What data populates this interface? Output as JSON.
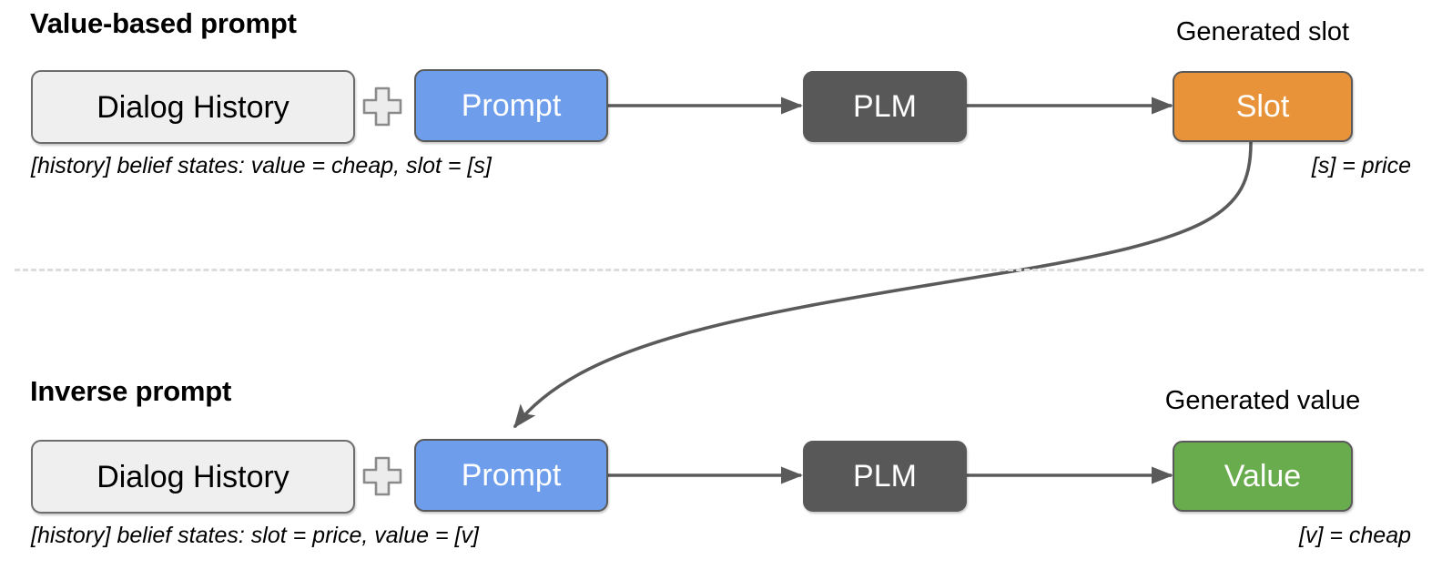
{
  "figure": {
    "type": "diagram",
    "description": "Two-stage prompting pipeline diagram comparing a value-based prompt and an inverse prompt"
  },
  "sections": [
    {
      "id": "value-based",
      "title": "Value-based prompt",
      "input_box": "Dialog History",
      "combiner_icon": "plus-icon",
      "prompt_box": "Prompt",
      "model_box": "PLM",
      "output_box": "Slot",
      "output_label": "Generated slot",
      "prompt_caption": "[history] belief states: value = cheap, slot = [s]",
      "output_caption": "[s] = price",
      "output_color": "#e8933a"
    },
    {
      "id": "inverse",
      "title": "Inverse prompt",
      "input_box": "Dialog History",
      "combiner_icon": "plus-icon",
      "prompt_box": "Prompt",
      "model_box": "PLM",
      "output_box": "Value",
      "output_label": "Generated value",
      "prompt_caption": "[history] belief states: slot = price, value = [v]",
      "output_caption": "[v] = cheap",
      "output_color": "#69ac4e"
    }
  ],
  "colors": {
    "prompt": "#6e9deb",
    "plm": "#585858",
    "slot": "#e8933a",
    "value": "#69ac4e",
    "history": "#efefef",
    "arrow": "#5a5a5a",
    "divider": "#dcdcdc"
  },
  "connectors": {
    "feedback_arrow": "Slot output feeds into the Inverse prompt Prompt box",
    "divider": "dashed horizontal separator between the two sections"
  }
}
